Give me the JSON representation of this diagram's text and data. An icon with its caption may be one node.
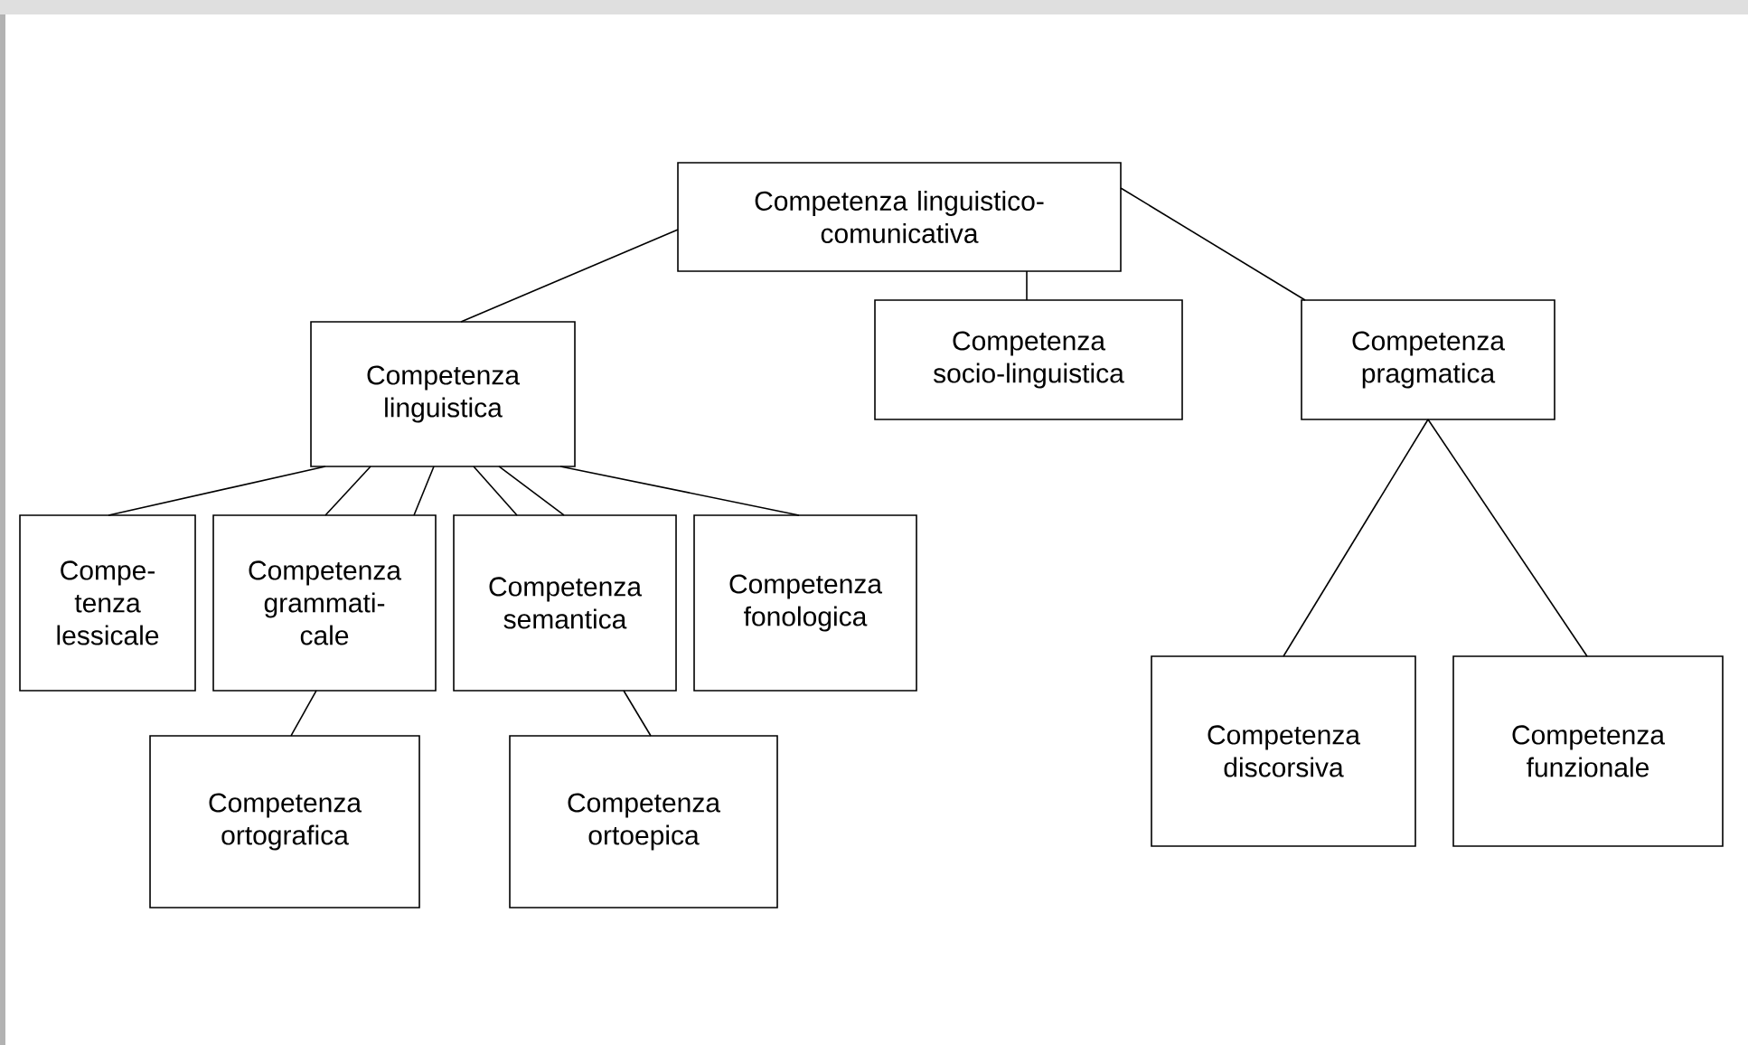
{
  "diagram": {
    "nodes": [
      {
        "text": [
          "Competenza linguistico-comunicativa"
        ]
      },
      {
        "text": [
          "Competenza linguistica"
        ]
      },
      {
        "text": [
          "Competenza socio-linguistica"
        ]
      },
      {
        "text": [
          "Competenza pragmatica"
        ]
      },
      {
        "text": [
          "Compe- tenza lessicale"
        ]
      },
      {
        "text": [
          "Competenza grammati- cale"
        ]
      },
      {
        "text": [
          "Competenza semantica"
        ]
      },
      {
        "text": [
          "Competenza fonologica"
        ]
      },
      {
        "text": [
          "Competenza ortografica"
        ]
      },
      {
        "text": [
          "Competenza ortoepica"
        ]
      },
      {
        "text": [
          "Competenza discorsiva"
        ]
      },
      {
        "text": [
          "Competenza funzionale"
        ]
      }
    ],
    "edges": [
      {
        "from": 0,
        "to": 1,
        "arrow": "none"
      },
      {
        "from": 0,
        "to": 2,
        "arrow": "none"
      },
      {
        "from": 0,
        "to": 3,
        "arrow": "none"
      },
      {
        "from": 1,
        "to": 4,
        "arrow": "none"
      },
      {
        "from": 1,
        "to": 5,
        "arrow": "none"
      },
      {
        "from": 1,
        "to": 5,
        "arrow": "none"
      },
      {
        "from": 1,
        "to": 6,
        "arrow": "none"
      },
      {
        "from": 1,
        "to": 6,
        "arrow": "none"
      },
      {
        "from": 1,
        "to": 7,
        "arrow": "none"
      },
      {
        "from": 5,
        "to": 8,
        "arrow": "none"
      },
      {
        "from": 6,
        "to": 9,
        "arrow": "none"
      },
      {
        "from": 3,
        "to": 10,
        "arrow": "none"
      },
      {
        "from": 3,
        "to": 11,
        "arrow": "none"
      }
    ]
  }
}
